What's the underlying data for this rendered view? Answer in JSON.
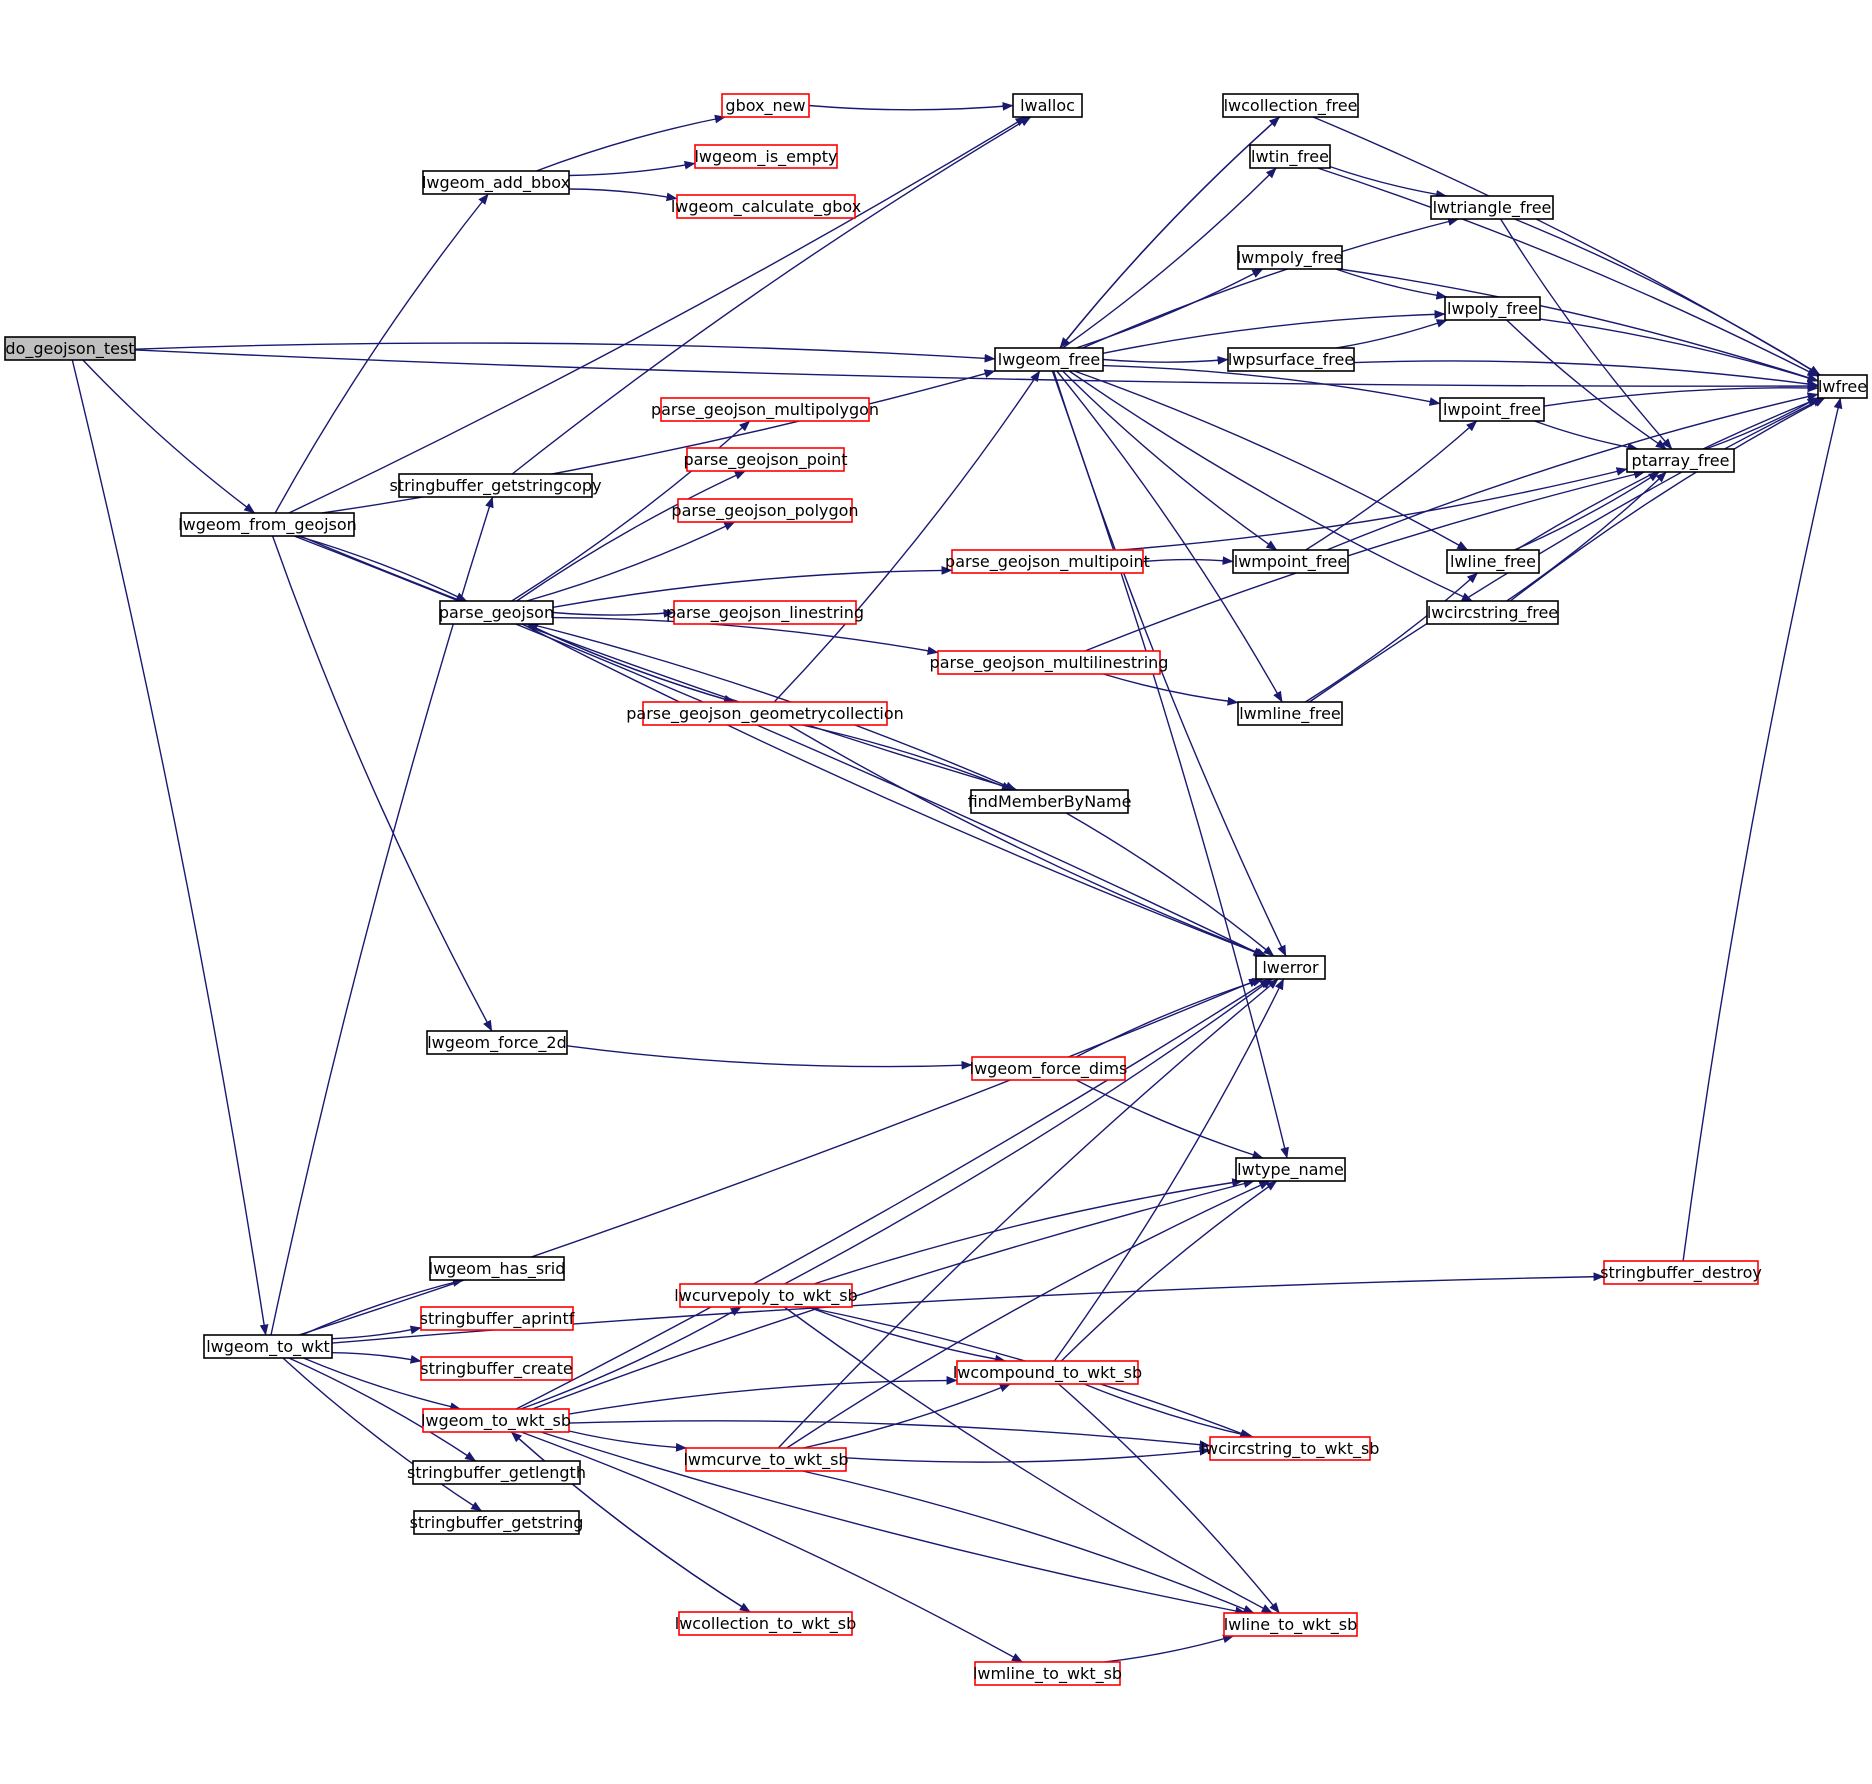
{
  "colors": {
    "edge": "#191970",
    "node_border_normal": "#000000",
    "node_border_red": "#ff0000",
    "node_fill": "#ffffff",
    "root_fill": "#bfbfbf"
  },
  "nodes": [
    {
      "id": "do_geojson_test",
      "label": "do_geojson_test",
      "style": "root"
    },
    {
      "id": "lwgeom_from_geojson",
      "label": "lwgeom_from_geojson",
      "style": "normal"
    },
    {
      "id": "lwgeom_to_wkt",
      "label": "lwgeom_to_wkt",
      "style": "normal"
    },
    {
      "id": "lwgeom_add_bbox",
      "label": "lwgeom_add_bbox",
      "style": "normal"
    },
    {
      "id": "stringbuffer_getstringcopy",
      "label": "stringbuffer_getstringcopy",
      "style": "normal"
    },
    {
      "id": "parse_geojson",
      "label": "parse_geojson",
      "style": "normal"
    },
    {
      "id": "lwgeom_force_2d",
      "label": "lwgeom_force_2d",
      "style": "normal"
    },
    {
      "id": "lwgeom_has_srid",
      "label": "lwgeom_has_srid",
      "style": "normal"
    },
    {
      "id": "stringbuffer_aprintf",
      "label": "stringbuffer_aprintf",
      "style": "red"
    },
    {
      "id": "stringbuffer_create",
      "label": "stringbuffer_create",
      "style": "red"
    },
    {
      "id": "lwgeom_to_wkt_sb",
      "label": "lwgeom_to_wkt_sb",
      "style": "red"
    },
    {
      "id": "stringbuffer_getlength",
      "label": "stringbuffer_getlength",
      "style": "normal"
    },
    {
      "id": "stringbuffer_getstring",
      "label": "stringbuffer_getstring",
      "style": "normal"
    },
    {
      "id": "gbox_new",
      "label": "gbox_new",
      "style": "red"
    },
    {
      "id": "lwgeom_is_empty",
      "label": "lwgeom_is_empty",
      "style": "red"
    },
    {
      "id": "lwgeom_calculate_gbox",
      "label": "lwgeom_calculate_gbox",
      "style": "red"
    },
    {
      "id": "parse_geojson_multipolygon",
      "label": "parse_geojson_multipolygon",
      "style": "red"
    },
    {
      "id": "parse_geojson_point",
      "label": "parse_geojson_point",
      "style": "red"
    },
    {
      "id": "parse_geojson_polygon",
      "label": "parse_geojson_polygon",
      "style": "red"
    },
    {
      "id": "parse_geojson_linestring",
      "label": "parse_geojson_linestring",
      "style": "red"
    },
    {
      "id": "parse_geojson_multipoint",
      "label": "parse_geojson_multipoint",
      "style": "red"
    },
    {
      "id": "parse_geojson_multilinestring",
      "label": "parse_geojson_multilinestring",
      "style": "red"
    },
    {
      "id": "parse_geojson_geometrycollection",
      "label": "parse_geojson_geometrycollection",
      "style": "red"
    },
    {
      "id": "lwcurvepoly_to_wkt_sb",
      "label": "lwcurvepoly_to_wkt_sb",
      "style": "red"
    },
    {
      "id": "lwmcurve_to_wkt_sb",
      "label": "lwmcurve_to_wkt_sb",
      "style": "red"
    },
    {
      "id": "lwcollection_to_wkt_sb",
      "label": "lwcollection_to_wkt_sb",
      "style": "red"
    },
    {
      "id": "lwmline_to_wkt_sb",
      "label": "lwmline_to_wkt_sb",
      "style": "red"
    },
    {
      "id": "lwalloc",
      "label": "lwalloc",
      "style": "normal"
    },
    {
      "id": "lwgeom_free",
      "label": "lwgeom_free",
      "style": "normal"
    },
    {
      "id": "findMemberByName",
      "label": "findMemberByName",
      "style": "normal"
    },
    {
      "id": "lwgeom_force_dims",
      "label": "lwgeom_force_dims",
      "style": "red"
    },
    {
      "id": "lwcompound_to_wkt_sb",
      "label": "lwcompound_to_wkt_sb",
      "style": "red"
    },
    {
      "id": "lwcollection_free",
      "label": "lwcollection_free",
      "style": "normal"
    },
    {
      "id": "lwtin_free",
      "label": "lwtin_free",
      "style": "normal"
    },
    {
      "id": "lwmpoly_free",
      "label": "lwmpoly_free",
      "style": "normal"
    },
    {
      "id": "lwpsurface_free",
      "label": "lwpsurface_free",
      "style": "normal"
    },
    {
      "id": "lwmpoint_free",
      "label": "lwmpoint_free",
      "style": "normal"
    },
    {
      "id": "lwmline_free",
      "label": "lwmline_free",
      "style": "normal"
    },
    {
      "id": "lwerror",
      "label": "lwerror",
      "style": "normal"
    },
    {
      "id": "lwtype_name",
      "label": "lwtype_name",
      "style": "normal"
    },
    {
      "id": "lwcircstring_to_wkt_sb",
      "label": "lwcircstring_to_wkt_sb",
      "style": "red"
    },
    {
      "id": "lwline_to_wkt_sb",
      "label": "lwline_to_wkt_sb",
      "style": "red"
    },
    {
      "id": "lwtriangle_free",
      "label": "lwtriangle_free",
      "style": "normal"
    },
    {
      "id": "lwpoly_free",
      "label": "lwpoly_free",
      "style": "normal"
    },
    {
      "id": "lwpoint_free",
      "label": "lwpoint_free",
      "style": "normal"
    },
    {
      "id": "lwline_free",
      "label": "lwline_free",
      "style": "normal"
    },
    {
      "id": "lwcircstring_free",
      "label": "lwcircstring_free",
      "style": "normal"
    },
    {
      "id": "ptarray_free",
      "label": "ptarray_free",
      "style": "normal"
    },
    {
      "id": "stringbuffer_destroy",
      "label": "stringbuffer_destroy",
      "style": "red"
    },
    {
      "id": "lwfree",
      "label": "lwfree",
      "style": "normal"
    }
  ],
  "edges": [
    [
      "do_geojson_test",
      "lwfree"
    ],
    [
      "do_geojson_test",
      "lwgeom_free"
    ],
    [
      "do_geojson_test",
      "lwgeom_from_geojson"
    ],
    [
      "do_geojson_test",
      "lwgeom_to_wkt"
    ],
    [
      "lwgeom_from_geojson",
      "lwalloc"
    ],
    [
      "lwgeom_from_geojson",
      "lwgeom_add_bbox"
    ],
    [
      "lwgeom_from_geojson",
      "lwgeom_free"
    ],
    [
      "lwgeom_from_geojson",
      "parse_geojson"
    ],
    [
      "lwgeom_from_geojson",
      "findMemberByName"
    ],
    [
      "lwgeom_from_geojson",
      "lwerror"
    ],
    [
      "lwgeom_from_geojson",
      "lwgeom_force_2d"
    ],
    [
      "lwgeom_add_bbox",
      "gbox_new"
    ],
    [
      "lwgeom_add_bbox",
      "lwgeom_is_empty"
    ],
    [
      "lwgeom_add_bbox",
      "lwgeom_calculate_gbox"
    ],
    [
      "gbox_new",
      "lwalloc"
    ],
    [
      "stringbuffer_getstringcopy",
      "lwalloc"
    ],
    [
      "parse_geojson",
      "parse_geojson_multipolygon"
    ],
    [
      "parse_geojson",
      "parse_geojson_point"
    ],
    [
      "parse_geojson",
      "parse_geojson_polygon"
    ],
    [
      "parse_geojson",
      "parse_geojson_multipoint"
    ],
    [
      "parse_geojson",
      "parse_geojson_linestring"
    ],
    [
      "parse_geojson",
      "parse_geojson_multilinestring"
    ],
    [
      "parse_geojson",
      "parse_geojson_geometrycollection"
    ],
    [
      "parse_geojson",
      "findMemberByName"
    ],
    [
      "parse_geojson",
      "lwerror"
    ],
    [
      "parse_geojson_geometrycollection",
      "parse_geojson"
    ],
    [
      "parse_geojson_geometrycollection",
      "lwgeom_free"
    ],
    [
      "parse_geojson_geometrycollection",
      "findMemberByName"
    ],
    [
      "parse_geojson_geometrycollection",
      "lwerror"
    ],
    [
      "parse_geojson_multipoint",
      "lwmpoint_free"
    ],
    [
      "parse_geojson_multipoint",
      "ptarray_free"
    ],
    [
      "parse_geojson_multilinestring",
      "ptarray_free"
    ],
    [
      "parse_geojson_multilinestring",
      "lwmline_free"
    ],
    [
      "findMemberByName",
      "lwerror"
    ],
    [
      "lwgeom_force_2d",
      "lwgeom_force_dims"
    ],
    [
      "lwgeom_force_dims",
      "lwerror"
    ],
    [
      "lwgeom_force_dims",
      "lwtype_name"
    ],
    [
      "lwgeom_to_wkt",
      "stringbuffer_getstringcopy"
    ],
    [
      "lwgeom_to_wkt",
      "lwerror"
    ],
    [
      "lwgeom_to_wkt",
      "lwgeom_has_srid"
    ],
    [
      "lwgeom_to_wkt",
      "stringbuffer_aprintf"
    ],
    [
      "lwgeom_to_wkt",
      "stringbuffer_create"
    ],
    [
      "lwgeom_to_wkt",
      "lwgeom_to_wkt_sb"
    ],
    [
      "lwgeom_to_wkt",
      "stringbuffer_getlength"
    ],
    [
      "lwgeom_to_wkt",
      "stringbuffer_getstring"
    ],
    [
      "lwgeom_to_wkt",
      "stringbuffer_destroy"
    ],
    [
      "lwgeom_to_wkt_sb",
      "lwerror"
    ],
    [
      "lwgeom_to_wkt_sb",
      "lwtype_name"
    ],
    [
      "lwgeom_to_wkt_sb",
      "lwcurvepoly_to_wkt_sb"
    ],
    [
      "lwgeom_to_wkt_sb",
      "lwcompound_to_wkt_sb"
    ],
    [
      "lwgeom_to_wkt_sb",
      "lwmcurve_to_wkt_sb"
    ],
    [
      "lwgeom_to_wkt_sb",
      "lwcircstring_to_wkt_sb"
    ],
    [
      "lwgeom_to_wkt_sb",
      "lwcollection_to_wkt_sb"
    ],
    [
      "lwgeom_to_wkt_sb",
      "lwmline_to_wkt_sb"
    ],
    [
      "lwgeom_to_wkt_sb",
      "lwline_to_wkt_sb"
    ],
    [
      "lwcollection_to_wkt_sb",
      "lwgeom_to_wkt_sb"
    ],
    [
      "lwcurvepoly_to_wkt_sb",
      "lwerror"
    ],
    [
      "lwcurvepoly_to_wkt_sb",
      "lwtype_name"
    ],
    [
      "lwcurvepoly_to_wkt_sb",
      "lwcompound_to_wkt_sb"
    ],
    [
      "lwcurvepoly_to_wkt_sb",
      "lwcircstring_to_wkt_sb"
    ],
    [
      "lwcurvepoly_to_wkt_sb",
      "lwline_to_wkt_sb"
    ],
    [
      "lwmcurve_to_wkt_sb",
      "lwerror"
    ],
    [
      "lwmcurve_to_wkt_sb",
      "lwcompound_to_wkt_sb"
    ],
    [
      "lwmcurve_to_wkt_sb",
      "lwtype_name"
    ],
    [
      "lwmcurve_to_wkt_sb",
      "lwcircstring_to_wkt_sb"
    ],
    [
      "lwmcurve_to_wkt_sb",
      "lwline_to_wkt_sb"
    ],
    [
      "lwcompound_to_wkt_sb",
      "lwerror"
    ],
    [
      "lwcompound_to_wkt_sb",
      "lwtype_name"
    ],
    [
      "lwcompound_to_wkt_sb",
      "lwcircstring_to_wkt_sb"
    ],
    [
      "lwcompound_to_wkt_sb",
      "lwline_to_wkt_sb"
    ],
    [
      "lwmline_to_wkt_sb",
      "lwline_to_wkt_sb"
    ],
    [
      "lwgeom_free",
      "lwcollection_free"
    ],
    [
      "lwgeom_free",
      "lwtin_free"
    ],
    [
      "lwgeom_free",
      "lwtriangle_free"
    ],
    [
      "lwgeom_free",
      "lwmpoly_free"
    ],
    [
      "lwgeom_free",
      "lwpoly_free"
    ],
    [
      "lwgeom_free",
      "lwpsurface_free"
    ],
    [
      "lwgeom_free",
      "lwpoint_free"
    ],
    [
      "lwgeom_free",
      "lwmpoint_free"
    ],
    [
      "lwgeom_free",
      "lwline_free"
    ],
    [
      "lwgeom_free",
      "lwcircstring_free"
    ],
    [
      "lwgeom_free",
      "lwmline_free"
    ],
    [
      "lwgeom_free",
      "lwerror"
    ],
    [
      "lwgeom_free",
      "lwtype_name"
    ],
    [
      "lwcollection_free",
      "lwgeom_free"
    ],
    [
      "lwcollection_free",
      "lwfree"
    ],
    [
      "lwtin_free",
      "lwtriangle_free"
    ],
    [
      "lwtin_free",
      "lwfree"
    ],
    [
      "lwmpoly_free",
      "lwpoly_free"
    ],
    [
      "lwmpoly_free",
      "lwfree"
    ],
    [
      "lwpsurface_free",
      "lwpoly_free"
    ],
    [
      "lwpsurface_free",
      "lwfree"
    ],
    [
      "lwmpoint_free",
      "lwpoint_free"
    ],
    [
      "lwmpoint_free",
      "lwfree"
    ],
    [
      "lwmline_free",
      "lwline_free"
    ],
    [
      "lwmline_free",
      "lwfree"
    ],
    [
      "lwtriangle_free",
      "ptarray_free"
    ],
    [
      "lwtriangle_free",
      "lwfree"
    ],
    [
      "lwpoly_free",
      "ptarray_free"
    ],
    [
      "lwpoly_free",
      "lwfree"
    ],
    [
      "lwpoint_free",
      "ptarray_free"
    ],
    [
      "lwpoint_free",
      "lwfree"
    ],
    [
      "lwline_free",
      "ptarray_free"
    ],
    [
      "lwline_free",
      "lwfree"
    ],
    [
      "lwcircstring_free",
      "ptarray_free"
    ],
    [
      "lwcircstring_free",
      "lwfree"
    ],
    [
      "ptarray_free",
      "lwfree"
    ],
    [
      "stringbuffer_destroy",
      "lwfree"
    ]
  ]
}
